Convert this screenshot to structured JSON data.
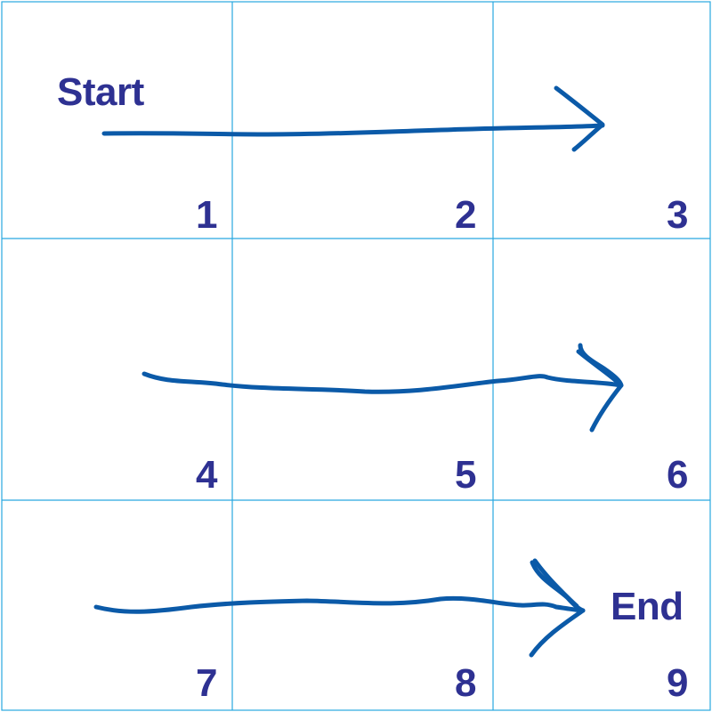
{
  "labels": {
    "start": "Start",
    "end": "End"
  },
  "cells": [
    "1",
    "2",
    "3",
    "4",
    "5",
    "6",
    "7",
    "8",
    "9"
  ],
  "colors": {
    "grid_line": "#29a8e0",
    "text": "#2e3192",
    "arrow": "#0b5aa8",
    "background": "#ffffff"
  }
}
